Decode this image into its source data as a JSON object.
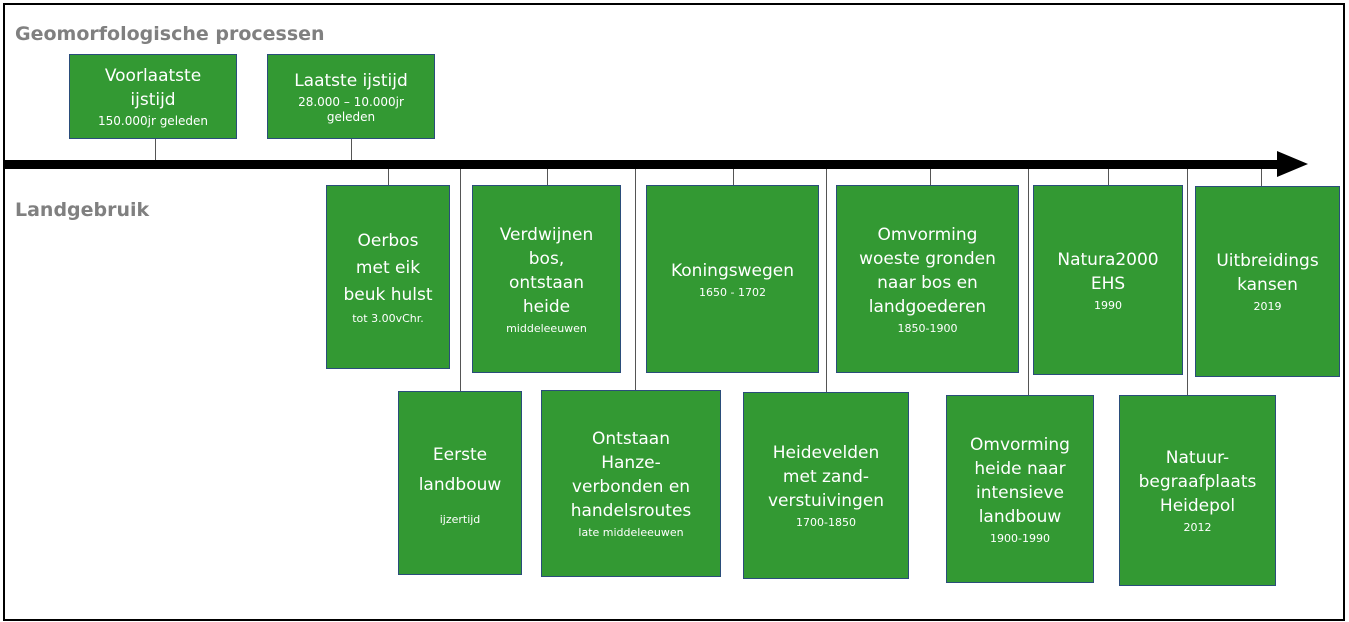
{
  "labels": {
    "geomorphology": "Geomorfologische processen",
    "land_use": "Landgebruik"
  },
  "colors": {
    "box_fill": "#339933",
    "box_border": "#2a4d7a",
    "section_label": "#808080",
    "axis": "#000000"
  },
  "geomorphology": [
    {
      "title": "Voorlaatste\nijstijd",
      "subtitle": "150.000jr geleden"
    },
    {
      "title": "Laatste ijstijd",
      "subtitle": "28.000 – 10.000jr\ngeleden"
    }
  ],
  "land_use_top": [
    {
      "title": "Oerbos\nmet eik\nbeuk hulst",
      "subtitle": "tot 3.00vChr."
    },
    {
      "title": "Verdwijnen\nbos,\nontstaan\nheide",
      "subtitle": "middeleeuwen"
    },
    {
      "title": "Koningswegen",
      "subtitle": "1650 - 1702"
    },
    {
      "title": "Omvorming\nwoeste gronden\nnaar bos en\nlandgoederen",
      "subtitle": "1850-1900"
    },
    {
      "title": "Natura2000\nEHS",
      "subtitle": "1990"
    },
    {
      "title": "Uitbreidings\nkansen",
      "subtitle": "2019"
    }
  ],
  "land_use_bottom": [
    {
      "title": "Eerste\nlandbouw",
      "subtitle": "ijzertijd"
    },
    {
      "title": "Ontstaan\nHanze-\nverbonden en\nhandelsroutes",
      "subtitle": "late middeleeuwen"
    },
    {
      "title": "Heidevelden\nmet zand-\nverstuivingen",
      "subtitle": "1700-1850"
    },
    {
      "title": "Omvorming\nheide naar\nintensieve\nlandbouw",
      "subtitle": "1900-1990"
    },
    {
      "title": "Natuur-\nbegraafplaats\nHeidepol",
      "subtitle": "2012"
    }
  ]
}
